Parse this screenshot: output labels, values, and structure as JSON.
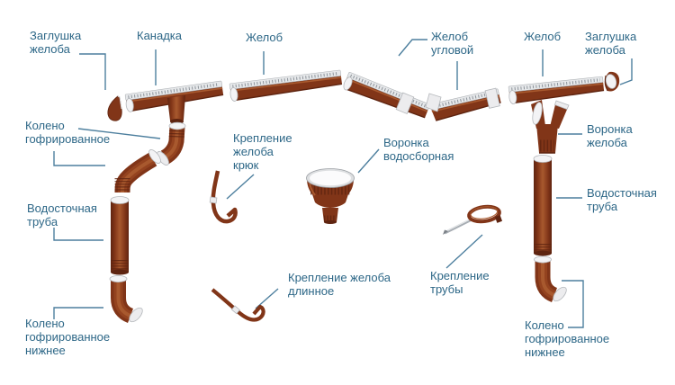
{
  "colors": {
    "label_text": "#2d6787",
    "leader_line": "#4d7f9e",
    "part_brown": "#813518",
    "part_brown_dark": "#5e2410",
    "part_brown_mid": "#94431f",
    "part_brown_light": "#a8592e",
    "rail_fill": "#e6e8ea",
    "rail_stroke": "#aeb2b6",
    "tick": "#8d939a",
    "white_face": "#f3f3f5",
    "face_stroke": "#b5b8bc",
    "background": "#ffffff"
  },
  "labels": {
    "cap_left": "Заглушка\nжелоба",
    "kanadka": "Канадка",
    "gutter_left": "Желоб",
    "gutter_corner": "Желоб\nугловой",
    "gutter_right": "Желоб",
    "cap_right": "Заглушка\nжелоба",
    "elbow_left": "Колено\nгофрированное",
    "downpipe_left": "Водосточная\nтруба",
    "hook_bracket": "Крепление\nжелоба\nкрюк",
    "funnel_collector": "Воронка\nводосборная",
    "funnel_gutter": "Воронка\nжелоба",
    "downpipe_right": "Водосточная\nтруба",
    "bracket_long": "Крепление желоба\nдлинное",
    "pipe_bracket": "Крепление\nтрубы",
    "elbow_bottom_left": "Колено\nгофрированное\nнижнее",
    "elbow_bottom_right": "Колено\nгофрированное\nнижнее"
  }
}
